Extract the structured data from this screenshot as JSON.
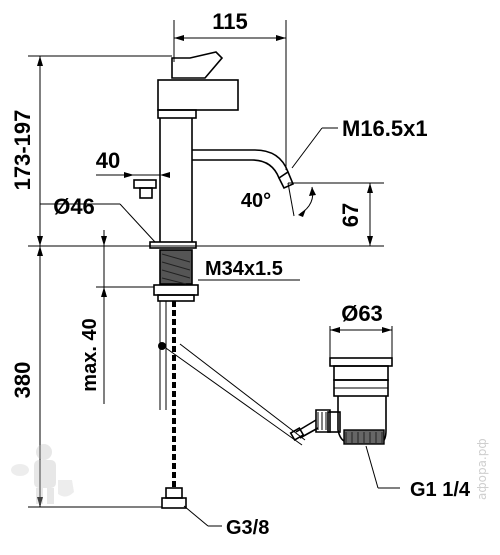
{
  "dimensions": {
    "spout_reach": "115",
    "height_range": "173-197",
    "lever_offset": "40",
    "body_diameter": "Ø46",
    "outlet_thread": "M16.5x1",
    "spout_angle": "40°",
    "outlet_height": "67",
    "mount_thread": "M34x1.5",
    "max_deck_thickness": "max. 40",
    "hose_length": "380",
    "waste_diameter": "Ø63",
    "waste_thread": "G1 1/4",
    "hose_thread": "G3/8"
  },
  "watermark": {
    "text": "афора.рф",
    "logo": "plumber-mascot-icon"
  }
}
